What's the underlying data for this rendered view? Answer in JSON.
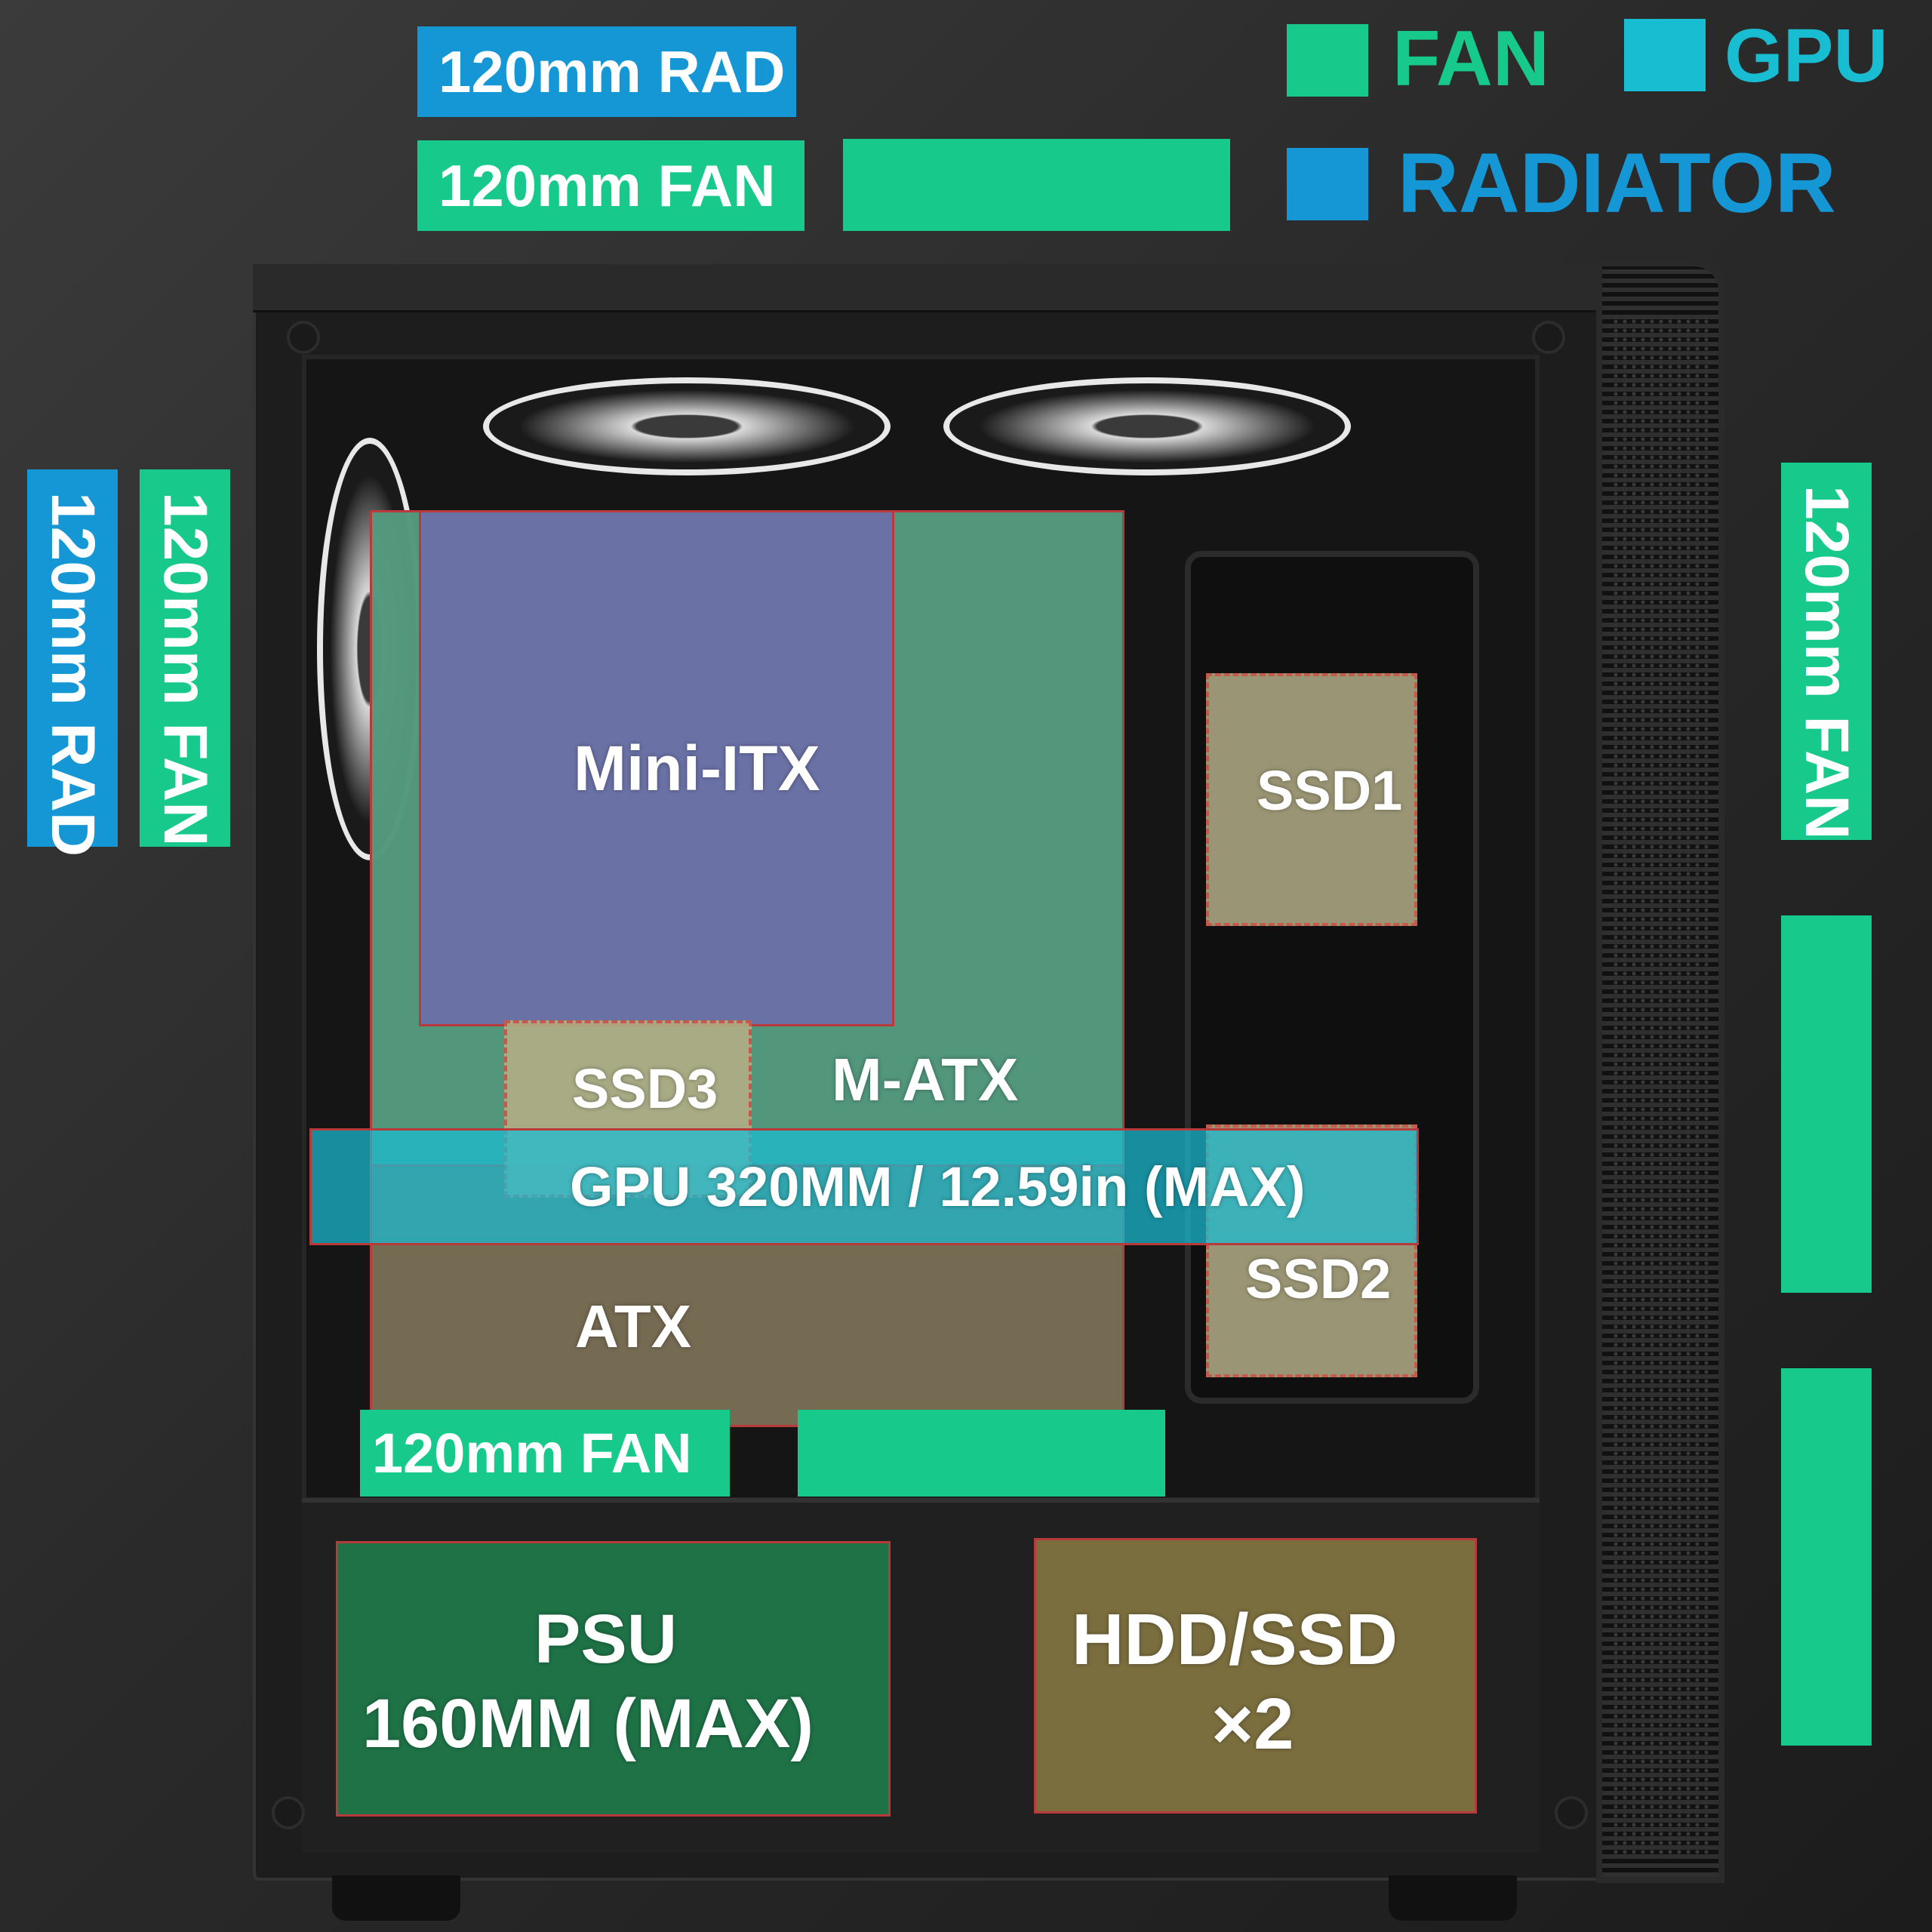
{
  "colors": {
    "fan": "#17c98a",
    "gpu": "#19bdd2",
    "radiator": "#1597d6",
    "mini_itx": "#6b6fa8",
    "m_atx": "#4f9a80",
    "atx": "#8b7e60",
    "ssd": "#b3ad86",
    "psu": "#1e7a4a",
    "hdd": "#7f7240"
  },
  "legend": {
    "fan": "FAN",
    "gpu": "GPU",
    "radiator": "RADIATOR"
  },
  "top": {
    "rad": "120mm RAD",
    "fan": "120mm FAN"
  },
  "left": {
    "rad": "120mm RAD",
    "fan": "120mm FAN"
  },
  "right": {
    "fan": "120mm FAN"
  },
  "bottom": {
    "fan": "120mm FAN"
  },
  "zones": {
    "mini_itx": "Mini-ITX",
    "m_atx": "M-ATX",
    "atx": "ATX",
    "ssd1": "SSD1",
    "ssd2": "SSD2",
    "ssd3": "SSD3",
    "gpu": "GPU  320MM / 12.59in (MAX)",
    "psu_line1": "PSU",
    "psu_line2": "160MM (MAX)",
    "hdd_line1": "HDD/SSD",
    "hdd_line2": "×2"
  }
}
